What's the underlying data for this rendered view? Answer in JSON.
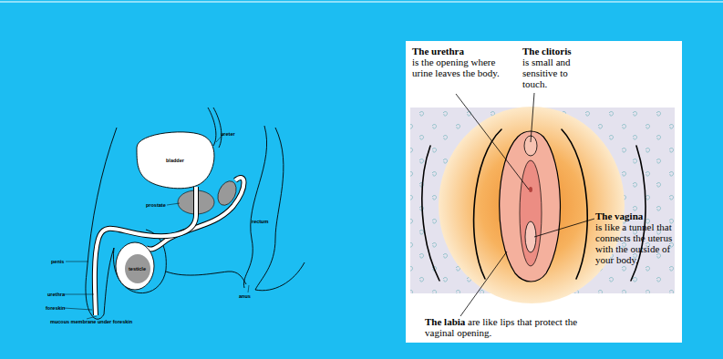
{
  "diagram": {
    "labels": [
      "ureter",
      "bladder",
      "prostate",
      "rectum",
      "penis",
      "urethra",
      "testicle",
      "anus",
      "foreskin",
      "mucous membrane under foreskin",
      "The urethra",
      "is the opening where urine leaves the body.",
      "The clitoris",
      "is small and sensitive to touch.",
      "The vagina",
      "is like a tunnel that connects the uterus with the outside of your body.",
      "The labia",
      "are like lips that protect the vaginal opening."
    ]
  }
}
